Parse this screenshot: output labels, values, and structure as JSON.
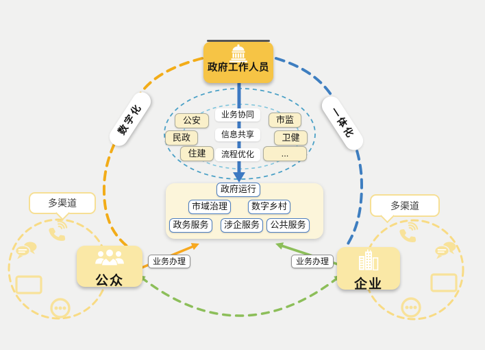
{
  "colors": {
    "background": "#F1F1F0",
    "gold": "#F6C445",
    "pale_yellow": "#FAE8A6",
    "cream_panel": "#FCF5DA",
    "chip_fill": "#FAF0CA",
    "chip_border": "#ABAB9B",
    "arrow_blue": "#3D79C2",
    "box_border_blue": "#4D7EBF",
    "teal_dash": "#4AA0C6",
    "teal_dash_light": "#7EC4DC",
    "orange_dash": "#F2AC18",
    "green_dash": "#8CBE59",
    "circle_dash_yellow": "#F8DB84",
    "icon_pale_yellow": "#F8E29A",
    "bubble_border": "#F6DF94"
  },
  "top_node": {
    "label": "政府工作人员",
    "icon": "government-building-icon"
  },
  "arc_labels": {
    "left": "数字化",
    "right": "一体化"
  },
  "inner_ring": {
    "left_departments": [
      "公安",
      "民政",
      "住建"
    ],
    "right_departments": [
      "市监",
      "卫健",
      "..."
    ],
    "processes": [
      "业务协同",
      "信息共享",
      "流程优化"
    ]
  },
  "platform": {
    "row1": [
      "政府运行"
    ],
    "row2": [
      "市域治理",
      "数字乡村"
    ],
    "row3": [
      "政务服务",
      "涉企服务",
      "公共服务"
    ]
  },
  "public_actor": {
    "label": "公众",
    "channel": "多渠道",
    "transaction": "业务办理",
    "icon": "people-group-icon"
  },
  "enterprise_actor": {
    "label": "企业",
    "channel": "多渠道",
    "transaction": "业务办理",
    "icon": "buildings-icon"
  },
  "channel_icons": [
    "phone-icon",
    "chat-icon",
    "screen-icon",
    "more-icon"
  ]
}
